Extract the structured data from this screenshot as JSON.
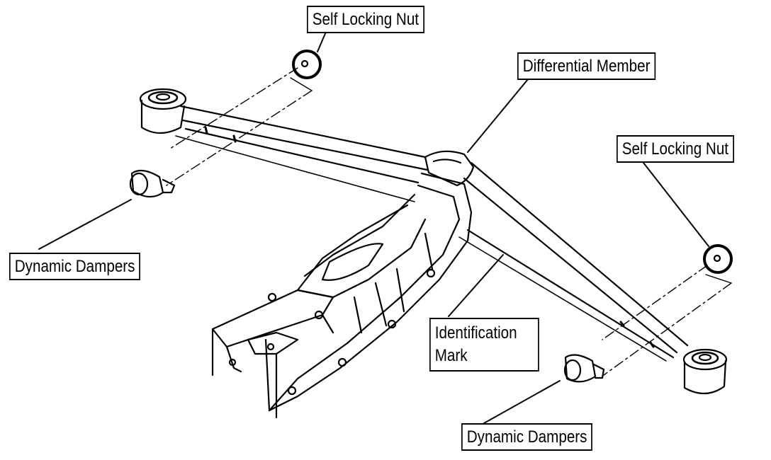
{
  "labels": {
    "self_locking_nut_top": "Self Locking Nut",
    "differential_member": "Differential Member",
    "self_locking_nut_right": "Self Locking Nut",
    "dynamic_dampers_left": "Dynamic Dampers",
    "identification_mark_line1": "Identification",
    "identification_mark_line2": "Mark",
    "dynamic_dampers_bottom": "Dynamic Dampers"
  },
  "colors": {
    "ink": "#000000",
    "paper": "#ffffff"
  }
}
